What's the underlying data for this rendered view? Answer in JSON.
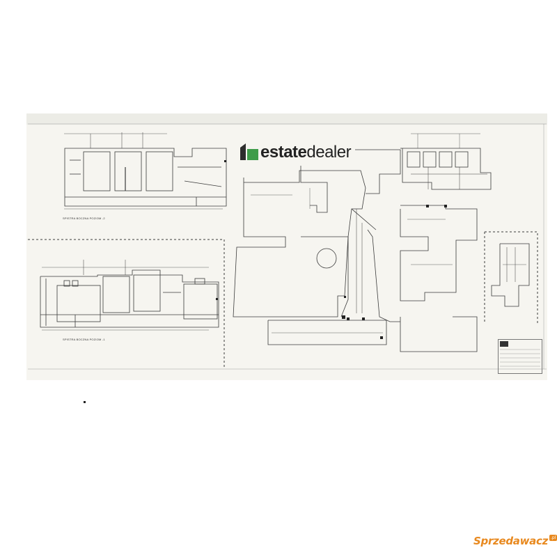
{
  "brand": {
    "logo_bold": "estate",
    "logo_light": "dealer",
    "logo_color": "#222222"
  },
  "plan": {
    "label_level_minus2": "SPISTRA BOCZNA POZIOM -2",
    "label_level_minus1": "SPISTRA BOCZNA POZIOM -1",
    "line_color": "#3a3a3a",
    "paper_color": "#f6f5f0"
  },
  "watermark": {
    "text": "Sprzedawacz",
    "badge": ".pl",
    "color": "#e8891f"
  }
}
